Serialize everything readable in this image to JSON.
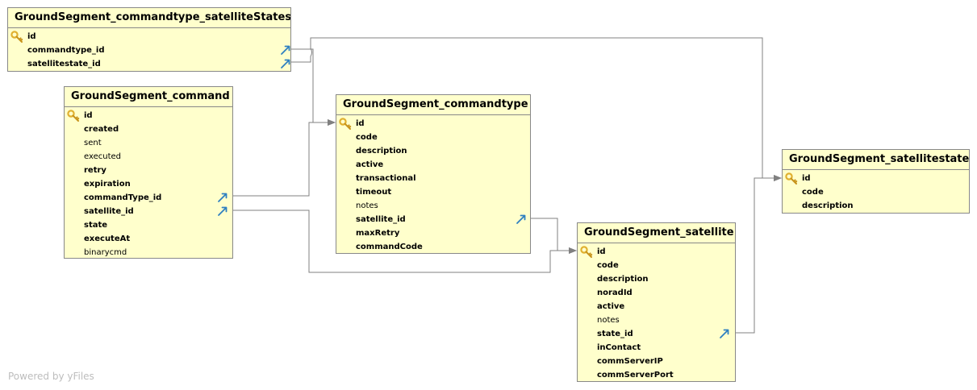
{
  "tables": {
    "cst": {
      "title": "GroundSegment_commandtype_satelliteStates",
      "fields": [
        "id",
        "commandtype_id",
        "satellitestate_id"
      ]
    },
    "cmd": {
      "title": "GroundSegment_command",
      "fields": [
        "id",
        "created",
        "sent",
        "executed",
        "retry",
        "expiration",
        "commandType_id",
        "satellite_id",
        "state",
        "executeAt",
        "binarycmd"
      ]
    },
    "ct": {
      "title": "GroundSegment_commandtype",
      "fields": [
        "id",
        "code",
        "description",
        "active",
        "transactional",
        "timeout",
        "notes",
        "satellite_id",
        "maxRetry",
        "commandCode"
      ]
    },
    "ss": {
      "title": "GroundSegment_satellitestate",
      "fields": [
        "id",
        "code",
        "description"
      ]
    },
    "sat": {
      "title": "GroundSegment_satellite",
      "fields": [
        "id",
        "code",
        "description",
        "noradId",
        "active",
        "notes",
        "state_id",
        "inContact",
        "commServerIP",
        "commServerPort"
      ]
    }
  },
  "footer": "Powered by yFiles",
  "colors": {
    "table_fill": "#ffffcc",
    "border": "#888888",
    "connector": "#808080",
    "key_icon": "#e0b030",
    "fk_icon": "#2e7fc0",
    "footer_text": "#bdbdbd"
  },
  "icons": {
    "primary_key": "key-icon",
    "foreign_key": "foreign-key-arrow-icon"
  }
}
